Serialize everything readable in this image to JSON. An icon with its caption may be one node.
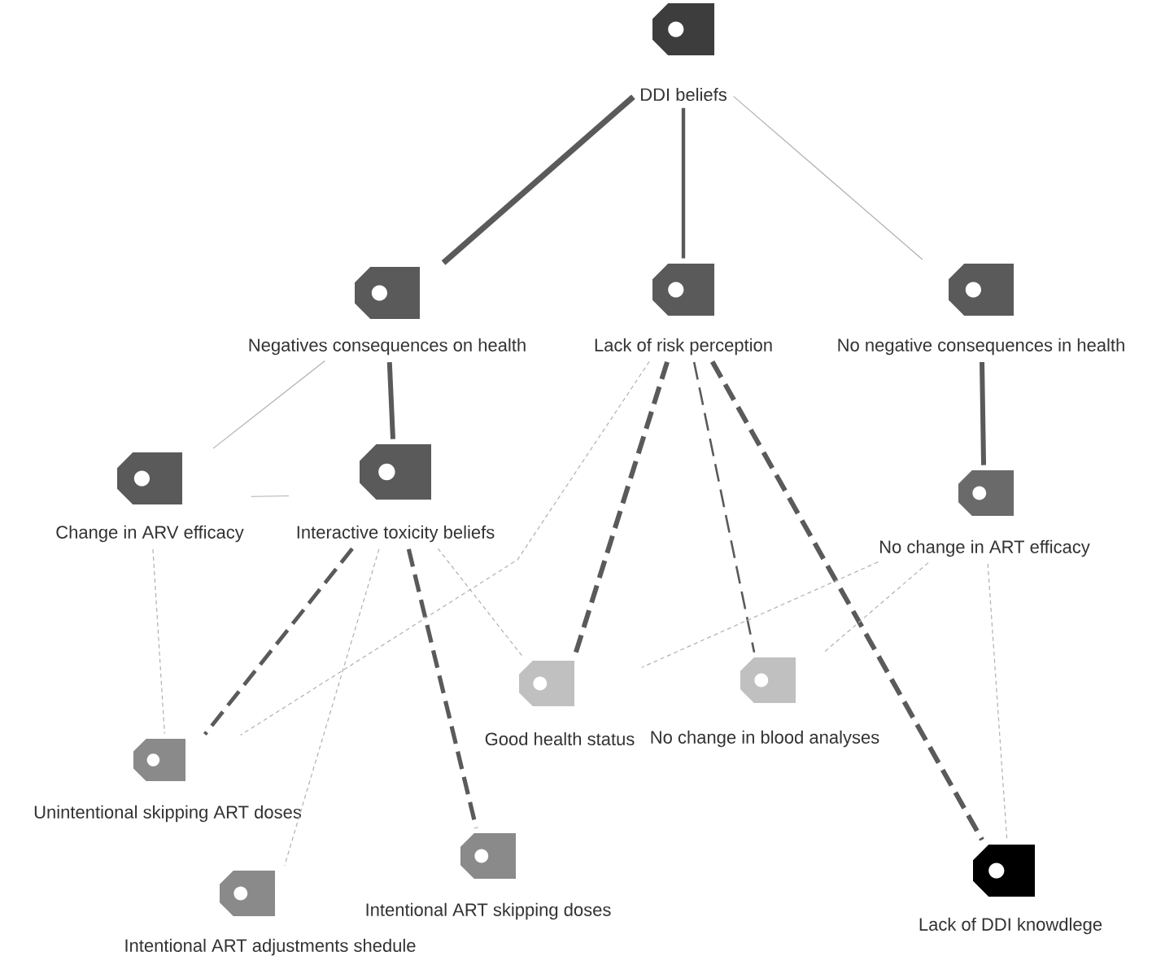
{
  "diagram": {
    "nodes": [
      {
        "text": [
          "DDI beliefs"
        ]
      },
      {
        "text": [
          "Negatives consequences on health"
        ]
      },
      {
        "text": [
          "Lack of risk perception"
        ]
      },
      {
        "text": [
          "No negative consequences in health"
        ]
      },
      {
        "text": [
          "Change in ARV efficacy"
        ]
      },
      {
        "text": [
          "Interactive toxicity beliefs"
        ]
      },
      {
        "text": [
          "No change in ART efficacy"
        ]
      },
      {
        "text": [
          "Good health status"
        ]
      },
      {
        "text": [
          "No change in blood analyses"
        ]
      },
      {
        "text": [
          "Unintentional skipping ART doses"
        ]
      },
      {
        "text": [
          "Intentional ART skipping doses"
        ]
      },
      {
        "text": [
          "Intentional ART adjustments shedule"
        ]
      },
      {
        "text": [
          "Lack of DDI knowdlege"
        ]
      }
    ],
    "edges": [
      {
        "from": 0,
        "to": 1,
        "arrow": "none",
        "style": "thick",
        "color": "#5a5a5a"
      },
      {
        "from": 0,
        "to": 2,
        "arrow": "none",
        "style": "thick",
        "color": "#5a5a5a"
      },
      {
        "from": 0,
        "to": 3,
        "arrow": "none"
      },
      {
        "from": 1,
        "to": 5,
        "arrow": "none",
        "style": "thick",
        "color": "#5a5a5a"
      },
      {
        "from": 1,
        "to": 4,
        "arrow": "none"
      },
      {
        "from": 4,
        "to": 5,
        "arrow": "none"
      },
      {
        "from": 3,
        "to": 6,
        "arrow": "none",
        "style": "thick",
        "color": "#5a5a5a"
      },
      {
        "from": 2,
        "to": 7,
        "arrow": "none",
        "style": "dashed",
        "color": "#5a5a5a"
      },
      {
        "from": 2,
        "to": 12,
        "arrow": "none",
        "style": "dashed",
        "color": "#5a5a5a"
      },
      {
        "from": 2,
        "to": 8,
        "arrow": "none",
        "style": "dashed",
        "color": "#5a5a5a"
      },
      {
        "from": 2,
        "to": 9,
        "arrow": "none",
        "style": "dashed"
      },
      {
        "from": 5,
        "to": 9,
        "arrow": "none",
        "style": "dashed",
        "color": "#5a5a5a"
      },
      {
        "from": 5,
        "to": 11,
        "arrow": "none",
        "style": "dashed"
      },
      {
        "from": 5,
        "to": 7,
        "arrow": "none",
        "style": "dashed"
      },
      {
        "from": 5,
        "to": 10,
        "arrow": "none",
        "style": "dashed",
        "color": "#5a5a5a"
      },
      {
        "from": 4,
        "to": 9,
        "arrow": "none",
        "style": "dashed"
      },
      {
        "from": 6,
        "to": 7,
        "arrow": "none",
        "style": "dashed"
      },
      {
        "from": 6,
        "to": 8,
        "arrow": "none",
        "style": "dashed"
      },
      {
        "from": 6,
        "to": 12,
        "arrow": "none",
        "style": "dashed"
      }
    ]
  }
}
